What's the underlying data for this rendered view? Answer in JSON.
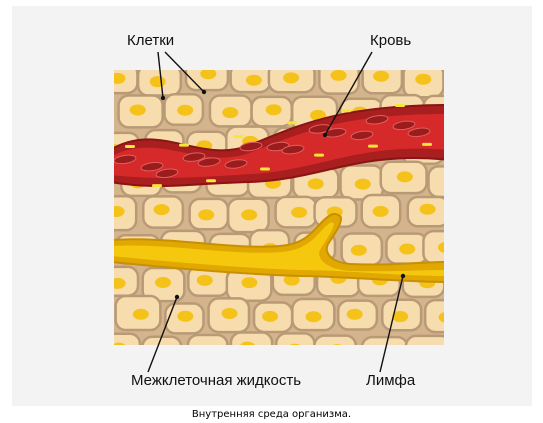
{
  "labels": {
    "cells": "Клетки",
    "blood": "Кровь",
    "interstitial": "Межклеточная жидкость",
    "lymph": "Лимфа"
  },
  "caption": "Внутренняя среда организма.",
  "colors": {
    "tissue": "#e7c492",
    "cell_fill": "#f7dcae",
    "cell_border": "#b89a77",
    "nucleus": "#f5c21a",
    "vessel_outer": "#a91e1e",
    "vessel_inner": "#d62a2a",
    "red_cell": "#9b1c1c",
    "plasma_mark": "#f7e63a",
    "lymph": "#e8b000",
    "lymph_inner": "#f5c80e"
  }
}
